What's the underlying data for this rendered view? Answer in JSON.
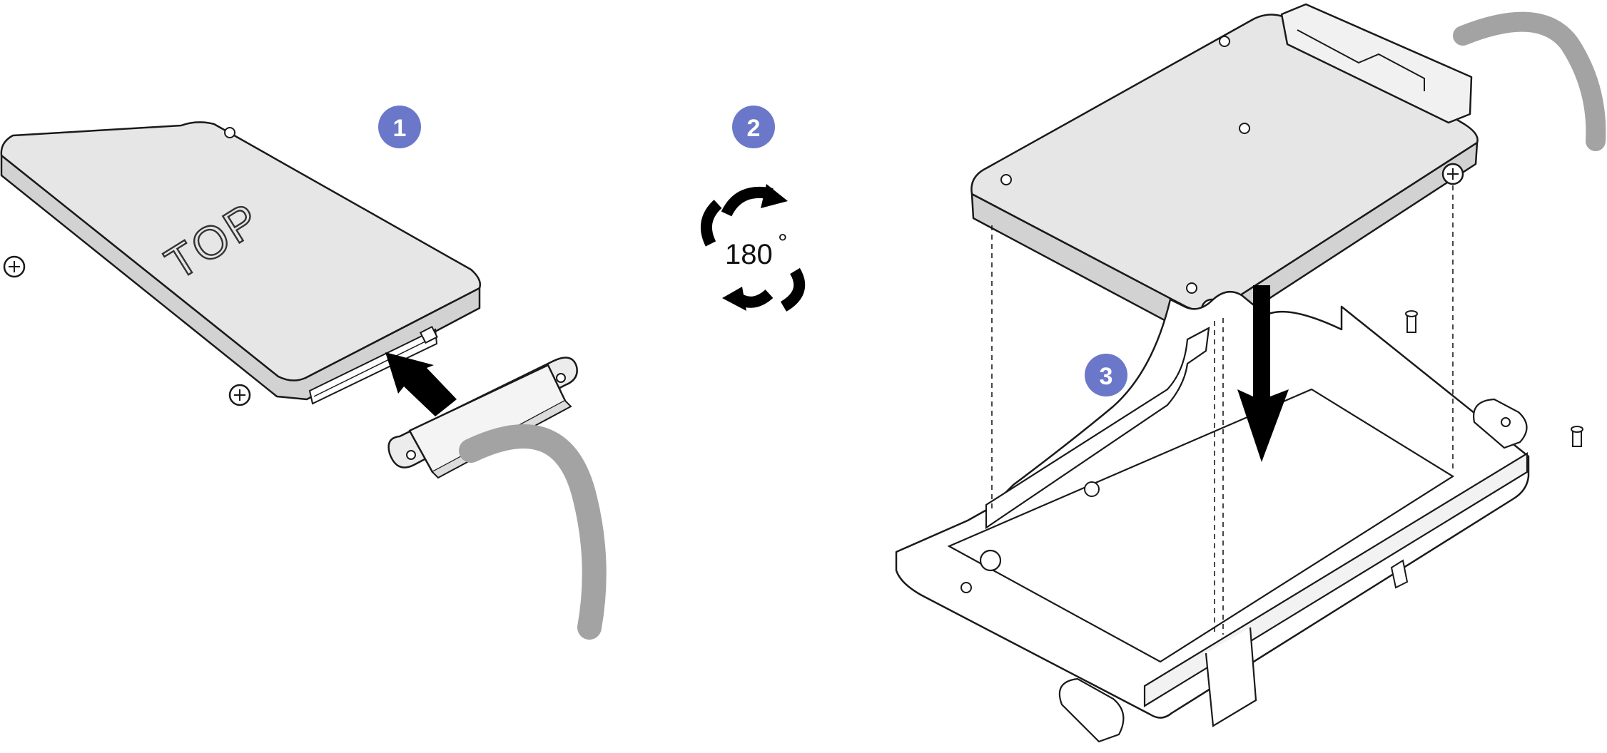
{
  "colors": {
    "step_badge": "#6b78c9",
    "drive_fill": "#e6e6e6",
    "drive_side": "#d2d2d2",
    "outline": "#1a1a1a",
    "cable": "#a3a3a3",
    "arrow": "#000000",
    "tray_fill": "#ffffff"
  },
  "steps": [
    {
      "number": "1"
    },
    {
      "number": "2"
    },
    {
      "number": "3"
    }
  ],
  "drive": {
    "label": "TOP"
  },
  "rotation": {
    "label": "180",
    "unit": "°"
  },
  "icons": [
    "rotate-180-icon",
    "push-arrow-icon",
    "down-arrow-icon"
  ]
}
